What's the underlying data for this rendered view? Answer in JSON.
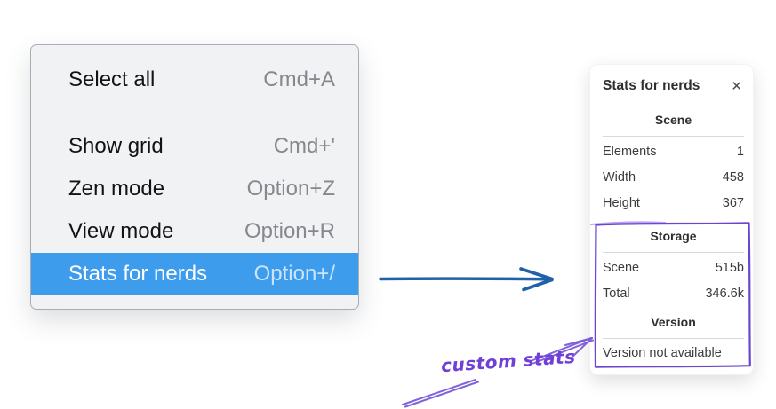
{
  "context_menu": {
    "items": [
      {
        "label": "Select all",
        "shortcut": "Cmd+A",
        "highlighted": false
      },
      {
        "label": "Show grid",
        "shortcut": "Cmd+'",
        "highlighted": false
      },
      {
        "label": "Zen mode",
        "shortcut": "Option+Z",
        "highlighted": false
      },
      {
        "label": "View mode",
        "shortcut": "Option+R",
        "highlighted": false
      },
      {
        "label": "Stats for nerds",
        "shortcut": "Option+/",
        "highlighted": true
      }
    ]
  },
  "stats_panel": {
    "title": "Stats for nerds",
    "close_icon": "✕",
    "scene": {
      "heading": "Scene",
      "rows": [
        {
          "label": "Elements",
          "value": "1"
        },
        {
          "label": "Width",
          "value": "458"
        },
        {
          "label": "Height",
          "value": "367"
        }
      ]
    },
    "storage": {
      "heading": "Storage",
      "rows": [
        {
          "label": "Scene",
          "value": "515b"
        },
        {
          "label": "Total",
          "value": "346.6k"
        }
      ]
    },
    "version": {
      "heading": "Version",
      "note": "Version not available"
    }
  },
  "annotation": {
    "label": "custom stats"
  },
  "colors": {
    "menu_highlight": "#3e9ced",
    "arrow_blue": "#2061a8",
    "annotation_purple": "#6a46d0",
    "annotation_purple_light": "#7b5ad8",
    "panel_divider": "#d4dae2",
    "menu_border": "#a9aeb6"
  }
}
